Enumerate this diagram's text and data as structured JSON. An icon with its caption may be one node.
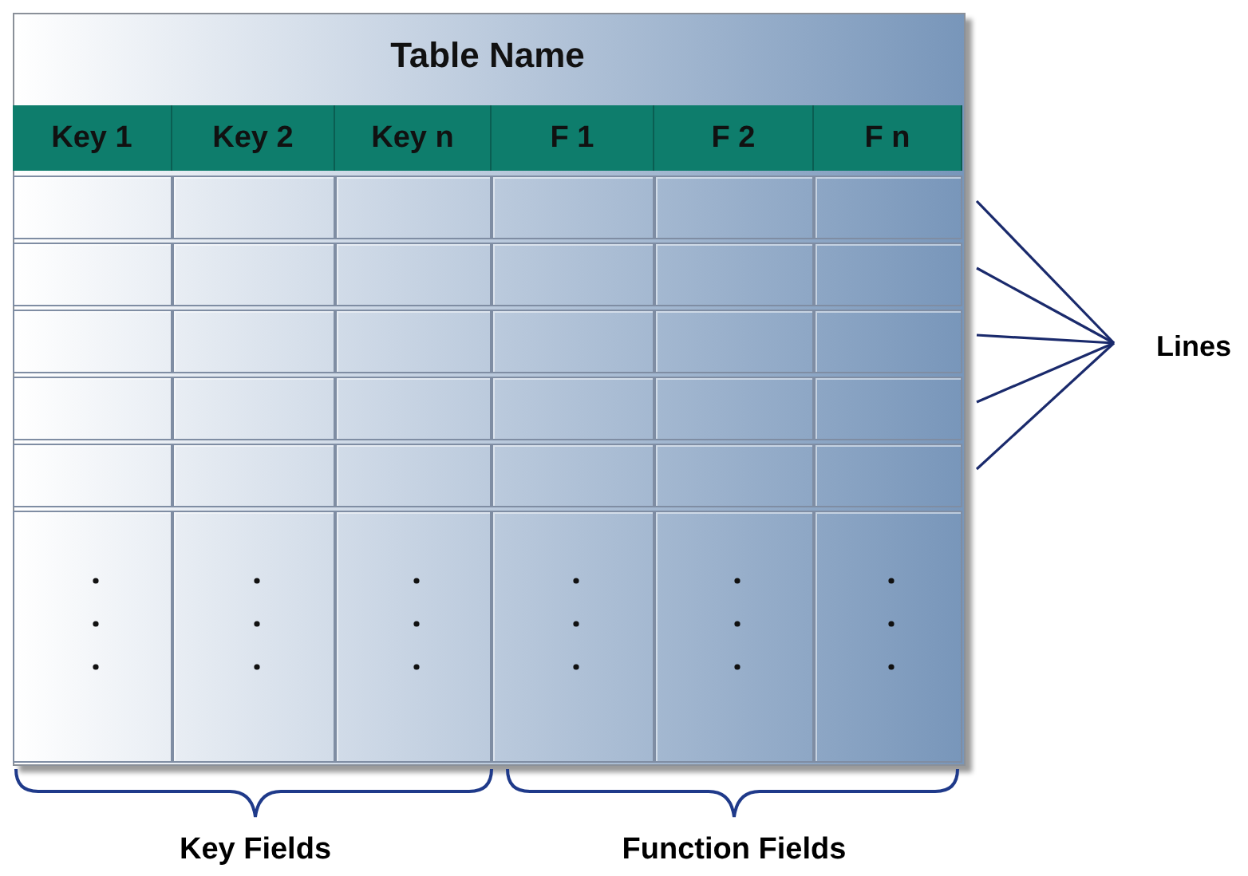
{
  "diagram": {
    "nodes": [
      {
        "text": [
          "Lines"
        ]
      },
      {
        "text": [],
        "shape": "bar"
      },
      {
        "text": [],
        "shape": "bar"
      },
      {
        "text": [],
        "shape": "bar"
      },
      {
        "text": [],
        "shape": "bar"
      },
      {
        "text": [],
        "shape": "bar"
      }
    ],
    "edges": [
      {
        "from": 0,
        "to": 1,
        "arrow": "none"
      },
      {
        "from": 0,
        "to": 2,
        "arrow": "none"
      },
      {
        "from": 0,
        "to": 3,
        "arrow": "none"
      },
      {
        "from": 0,
        "to": 4,
        "arrow": "none"
      },
      {
        "from": 0,
        "to": 5,
        "arrow": "none"
      }
    ],
    "labels": [
      "Table Name",
      "Key 1",
      "Key 2",
      "Key n",
      "F 1",
      "F 2",
      "F n",
      "Key Fields",
      "Function Fields"
    ]
  }
}
